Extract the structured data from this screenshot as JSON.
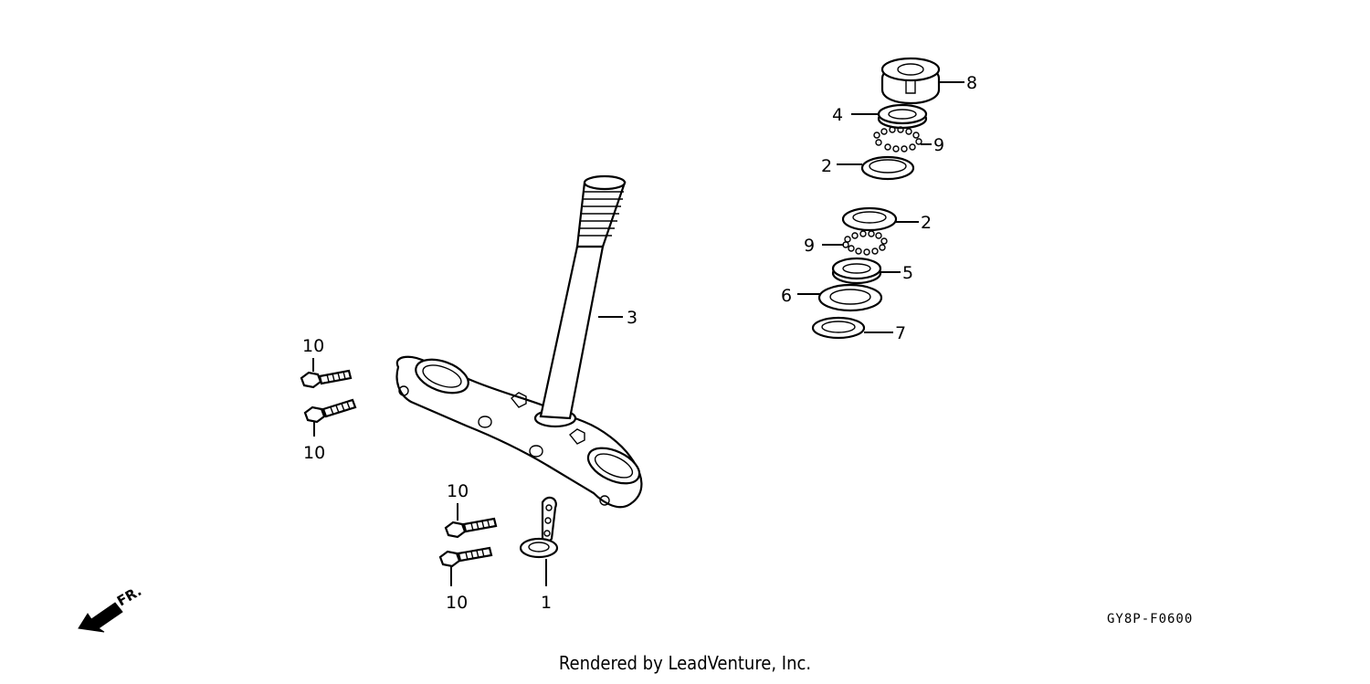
{
  "callouts": {
    "c8": "8",
    "c4": "4",
    "c9a": "9",
    "c2a": "2",
    "c2b": "2",
    "c9b": "9",
    "c5": "5",
    "c6": "6",
    "c7": "7",
    "c3": "3",
    "c10a": "10",
    "c10b": "10",
    "c10c": "10",
    "c10d": "10",
    "c1": "1"
  },
  "front_label": "FR.",
  "diagram_code": "GY8P-F0600",
  "credit": "Rendered by LeadVenture, Inc."
}
